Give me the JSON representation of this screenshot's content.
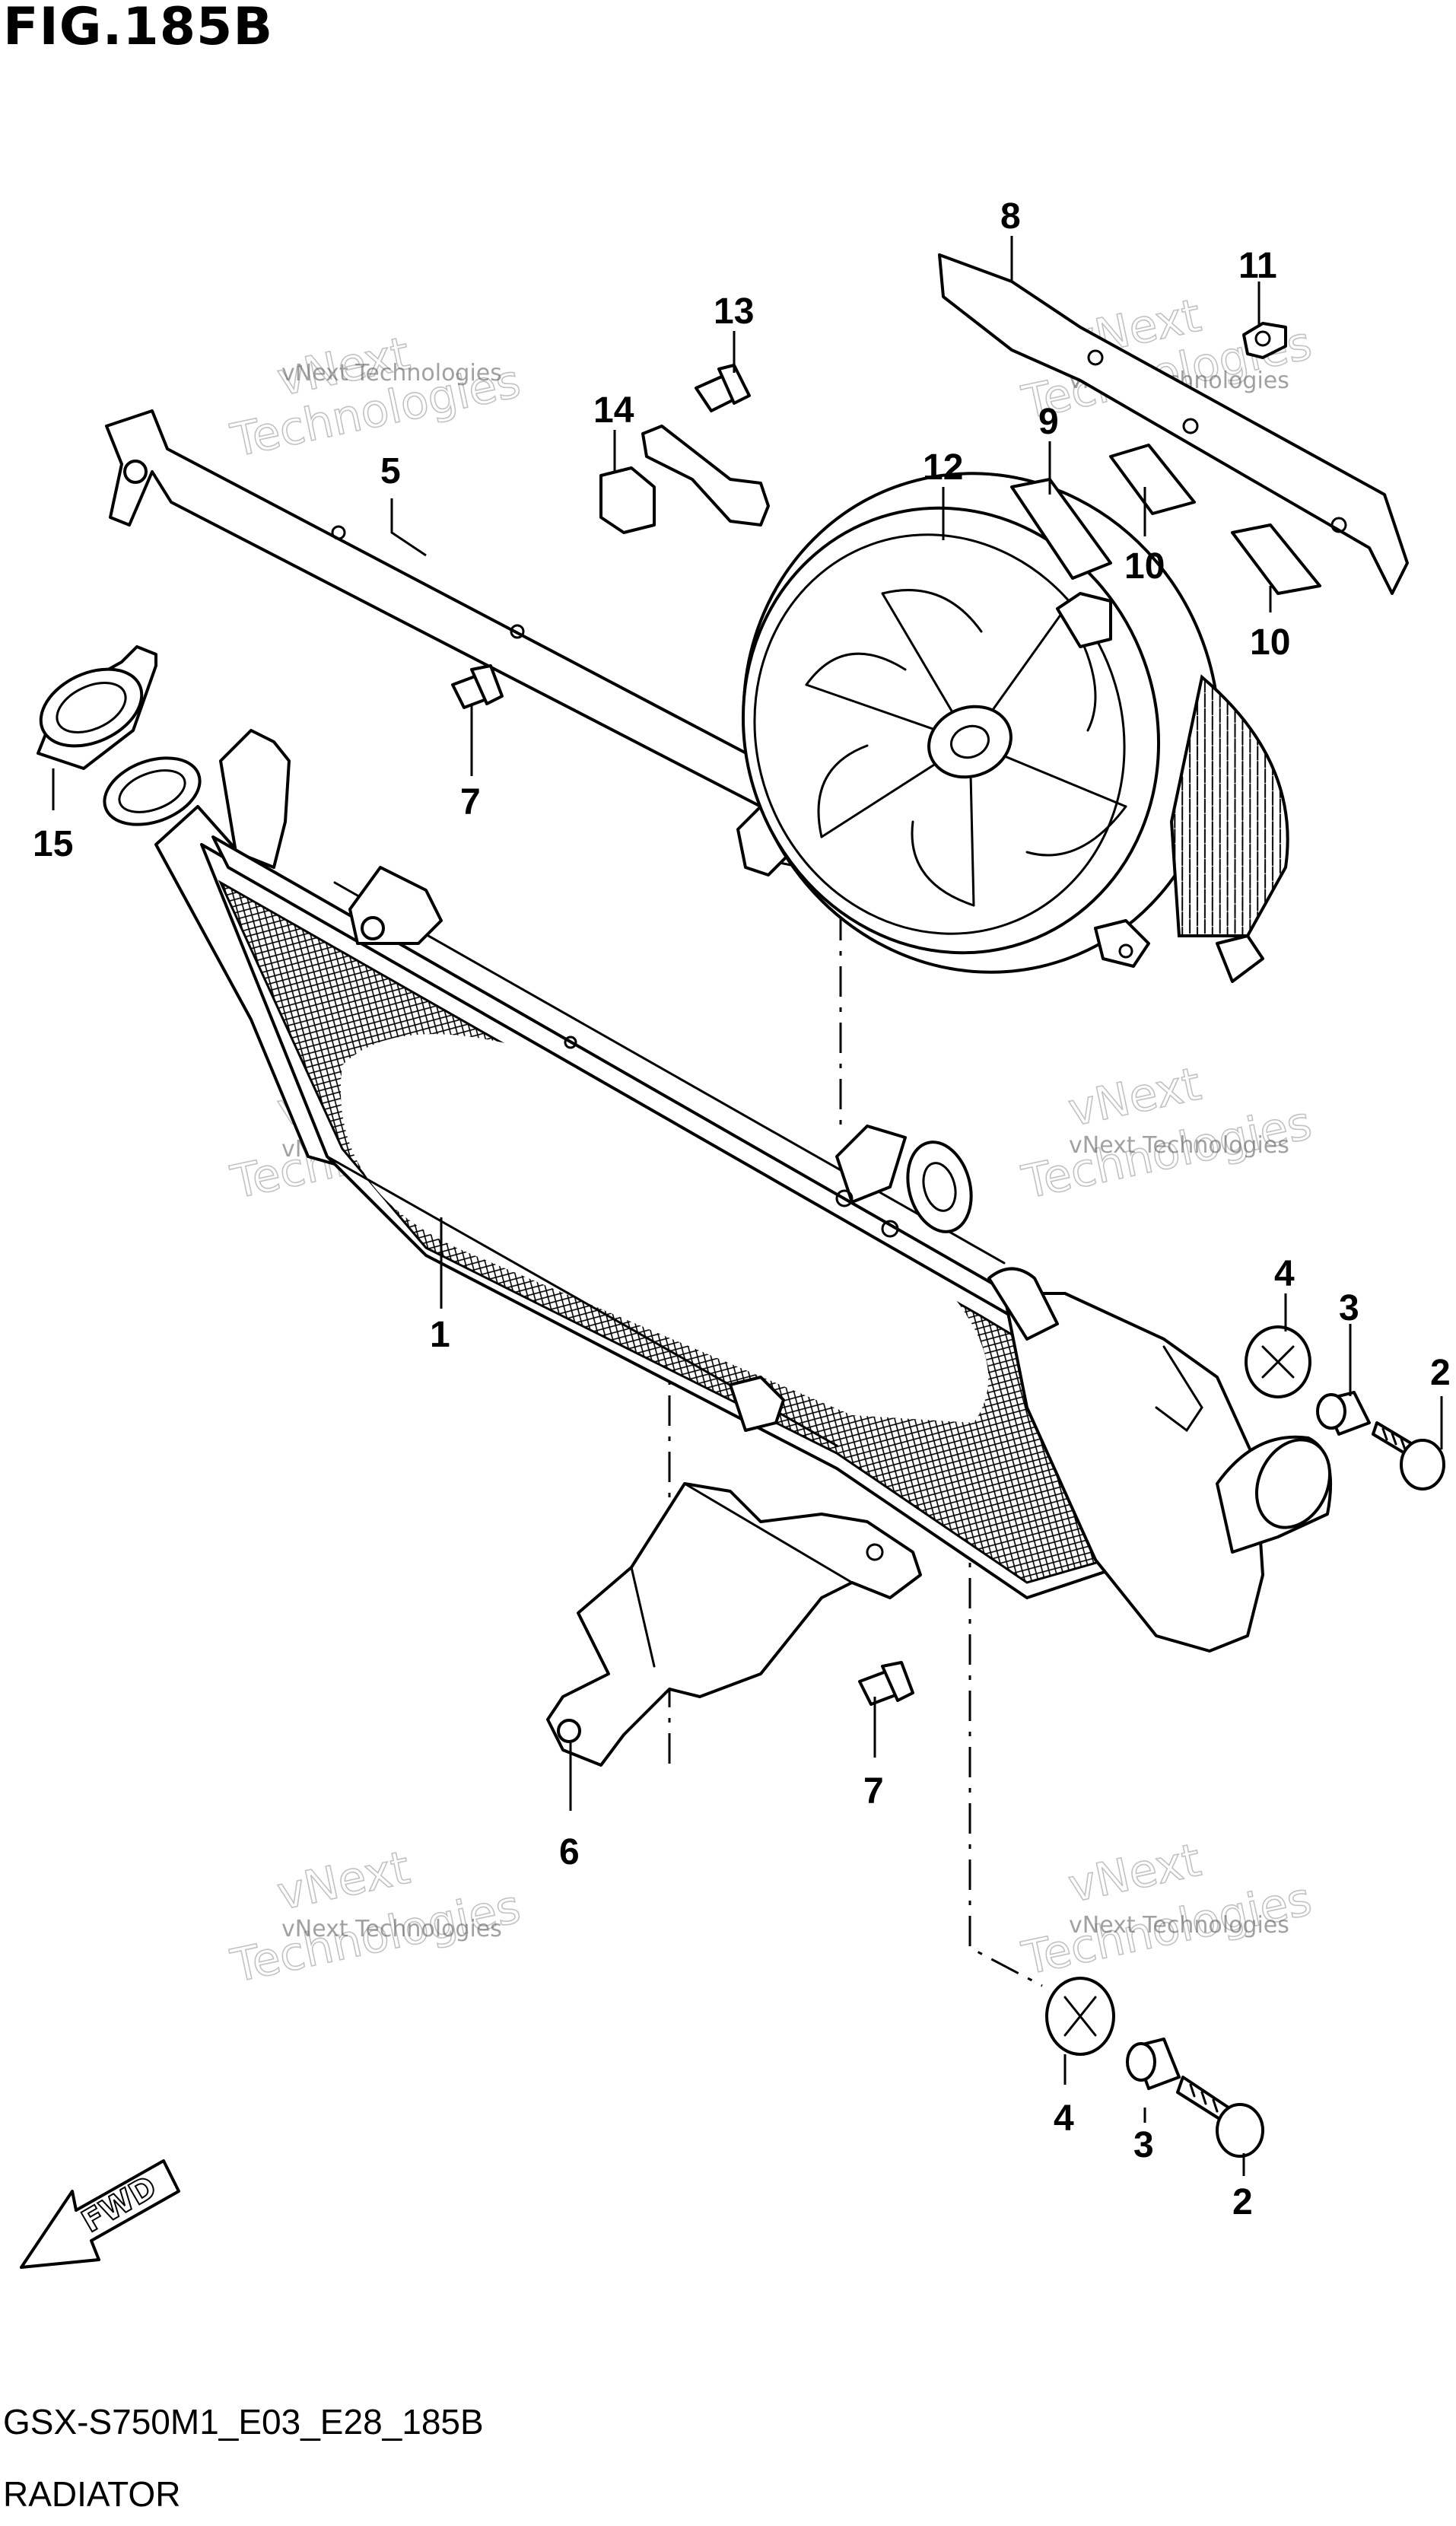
{
  "header": {
    "figure_title": "FIG.185B"
  },
  "footer": {
    "diagram_code": "GSX-S750M1_E03_E28_185B",
    "diagram_name": "RADIATOR"
  },
  "callouts": [
    "1",
    "2",
    "2",
    "3",
    "3",
    "4",
    "4",
    "5",
    "6",
    "7",
    "7",
    "8",
    "9",
    "10",
    "10",
    "11",
    "12",
    "13",
    "14",
    "15"
  ],
  "watermark": {
    "line1": "vNext Technologies",
    "line2": "vNext",
    "line3": "Technologies"
  },
  "fwd_arrow": {
    "label": "FWD"
  }
}
